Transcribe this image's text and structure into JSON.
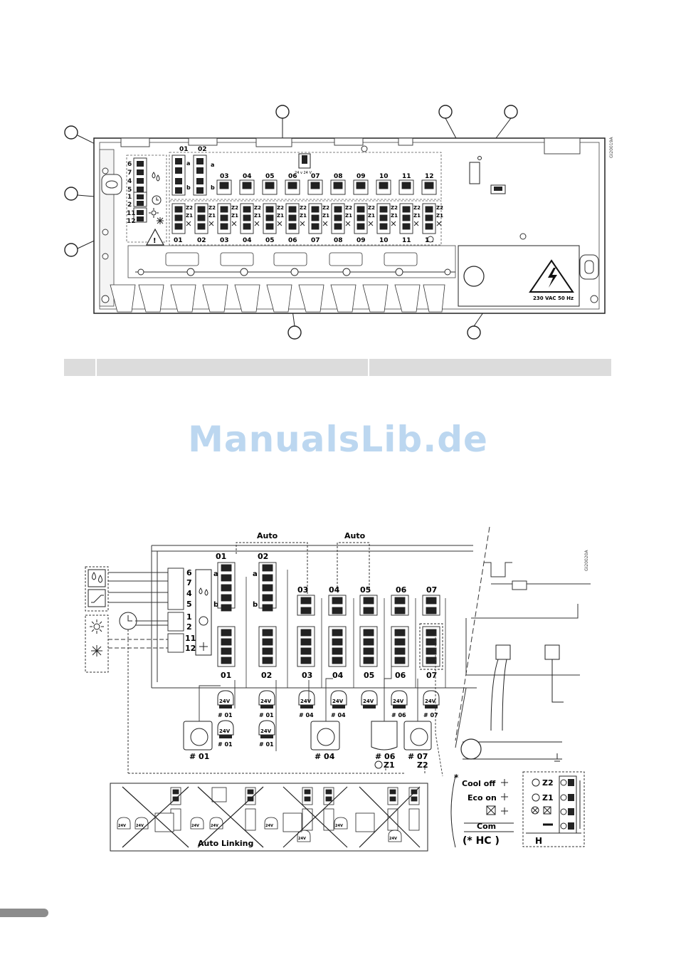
{
  "figure1": {
    "code": "GI20019A",
    "top_labels": [
      "01",
      "02"
    ],
    "ab": [
      "a",
      "b"
    ],
    "transformer_label": "24 v 24 V",
    "upper_channels": [
      "03",
      "04",
      "05",
      "06",
      "07",
      "08",
      "09",
      "10",
      "11",
      "12"
    ],
    "lower_channels": [
      "01",
      "02",
      "03",
      "04",
      "05",
      "06",
      "07",
      "08",
      "09",
      "10",
      "11",
      "12"
    ],
    "z_labels": [
      "Z2",
      "Z1"
    ],
    "left_terminals": [
      "6",
      "7",
      "4",
      "5",
      "1",
      "2",
      "11",
      "12"
    ],
    "warning_label": "230 VAC  50 Hz"
  },
  "watermark": "ManualsLib.de",
  "figure2": {
    "code": "GI20020A",
    "auto_labels": [
      "Auto",
      "Auto"
    ],
    "top_channels": [
      "01",
      "02",
      "03",
      "04",
      "05",
      "06",
      "07"
    ],
    "bottom_channels": [
      "01",
      "02",
      "03",
      "04",
      "05",
      "06",
      "07"
    ],
    "ab": [
      "a",
      "b"
    ],
    "left_terminals": [
      "6",
      "7",
      "4",
      "5",
      "1",
      "2",
      "11",
      "12"
    ],
    "actuator_label": "24V",
    "actuator_tags": [
      "# 01",
      "# 01",
      "# 04",
      "# 04",
      "# 06",
      "# 07",
      "# 01",
      "# 01"
    ],
    "thermostat_tags": [
      "# 01",
      "# 04",
      "# 06",
      "# 07"
    ],
    "zone_labels": [
      "Z1",
      "Z2"
    ],
    "auto_linking": "Auto Linking",
    "hc_legend": {
      "star": "*",
      "cool_off": "Cool off",
      "eco_on": "Eco on",
      "com": "Com",
      "hc": "(* HC )"
    },
    "h_legend": {
      "z2": "Z2",
      "z1": "Z1",
      "h": "H"
    }
  }
}
